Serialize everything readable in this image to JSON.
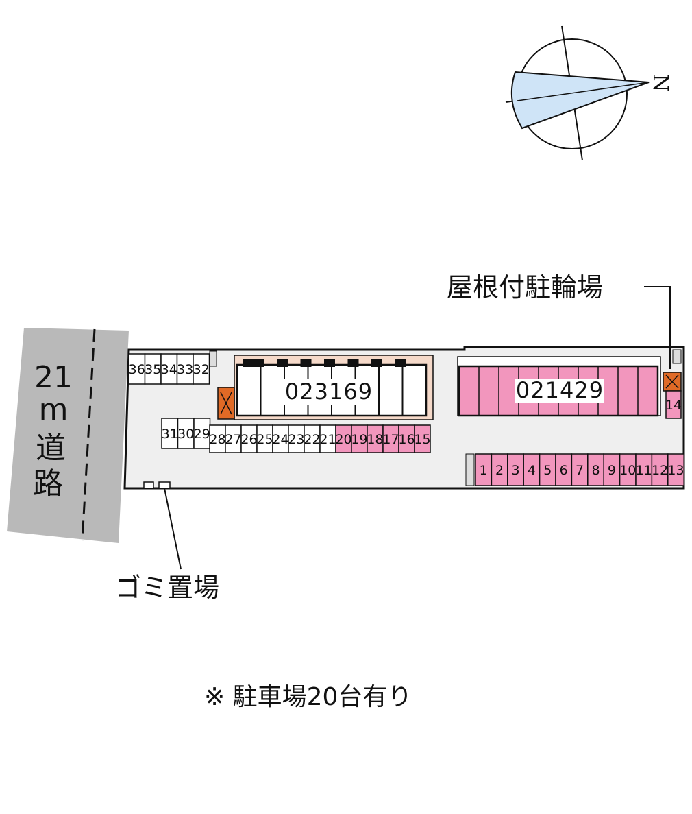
{
  "road": {
    "label_chars": [
      "21",
      "m",
      "道",
      "路"
    ]
  },
  "buildings": [
    {
      "id": "023169"
    },
    {
      "id": "021429"
    }
  ],
  "callouts": {
    "bicycle_parking": "屋根付駐輪場",
    "garbage": "ゴミ置場"
  },
  "note": "※ 駐車場20台有り",
  "north_label": "N",
  "parking": {
    "top_left_row": [
      "36",
      "35",
      "34",
      "33",
      "32"
    ],
    "middle_left_row": [
      "31",
      "30",
      "29"
    ],
    "middle_row": [
      "28",
      "27",
      "26",
      "25",
      "24",
      "23",
      "22",
      "21",
      "20",
      "19",
      "18",
      "17",
      "16",
      "15"
    ],
    "middle_row_highlight": [
      "20",
      "19",
      "18",
      "17",
      "16",
      "15"
    ],
    "bottom_row": [
      "1",
      "2",
      "3",
      "4",
      "5",
      "6",
      "7",
      "8",
      "9",
      "10",
      "11",
      "12",
      "13"
    ],
    "side_slot": "14"
  },
  "colors": {
    "road": "#b9b9b9",
    "lot": "#efefef",
    "highlight": "#f296bd",
    "highlight_dark": "#e06aa0",
    "bike_shelter": "#f5d9c9",
    "garbage_box": "#e06a26",
    "compass_fill": "#cfe4f7"
  }
}
